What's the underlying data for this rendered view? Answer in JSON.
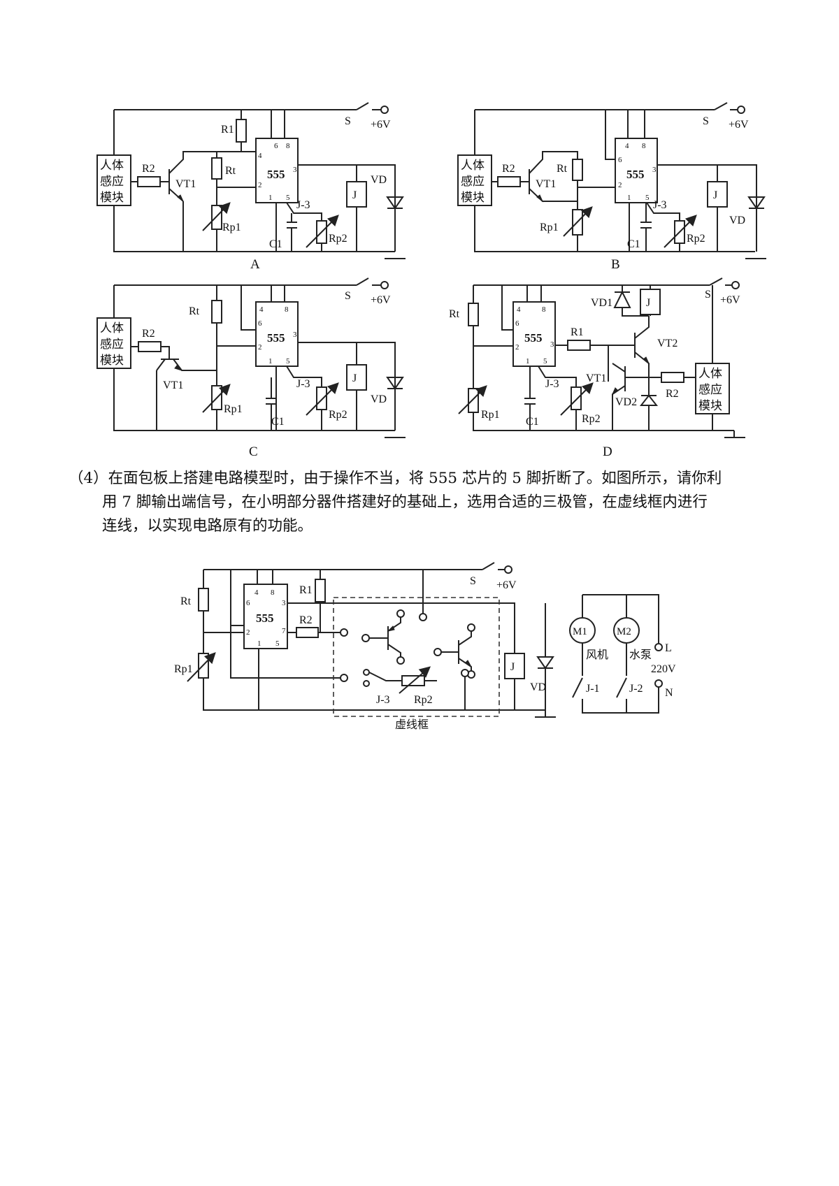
{
  "labels": {
    "s": "S",
    "vcc": "+6V",
    "r1": "R1",
    "r2": "R2",
    "rt": "Rt",
    "rp1": "Rp1",
    "rp2": "Rp2",
    "c1": "C1",
    "vt1": "VT1",
    "vt2": "VT2",
    "vd": "VD",
    "vd1": "VD1",
    "vd2": "VD2",
    "j": "J",
    "j3": "J-3",
    "j1": "J-1",
    "j2": "J-2",
    "chip": "555",
    "m1": "M1",
    "m2": "M2",
    "fan": "风机",
    "pump": "水泵",
    "l": "L",
    "n": "N",
    "v220": "220V",
    "dashed_box": "虚线框"
  },
  "module": {
    "line1": "人体",
    "line2": "感应",
    "line3": "模块"
  },
  "pins": {
    "p1": "1",
    "p2": "2",
    "p3": "3",
    "p4": "4",
    "p5": "5",
    "p6": "6",
    "p7": "7",
    "p8": "8"
  },
  "panel_letters": {
    "a": "A",
    "b": "B",
    "c": "C",
    "d": "D"
  },
  "question": {
    "line1": "（4）在面包板上搭建电路模型时，由于操作不当，将 555 芯片的 5 脚折断了。如图所示，请你利",
    "line2": "用 7 脚输出端信号，在小明部分器件搭建好的基础上，选用合适的三极管，在虚线框内进行",
    "line3": "连线，以实现电路原有的功能。"
  }
}
